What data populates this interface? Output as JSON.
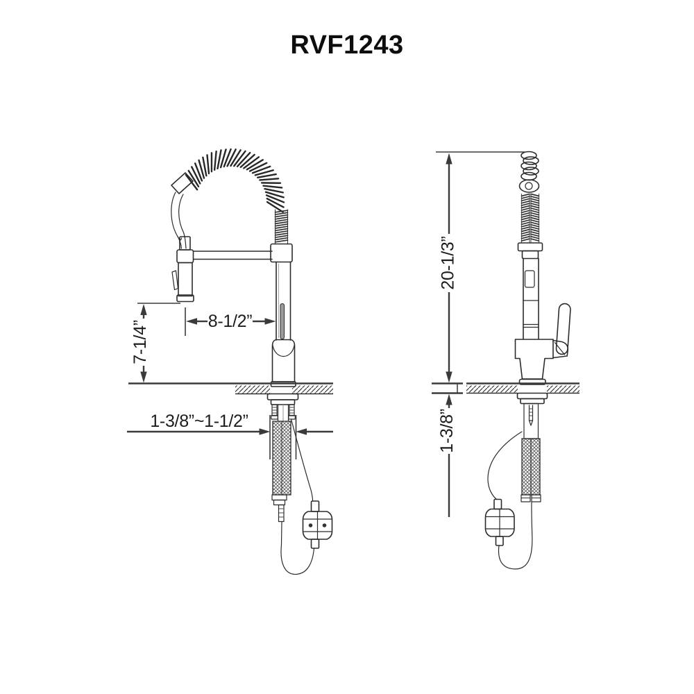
{
  "title": "RVF1243",
  "dimensions": {
    "spout_reach": "8-1/2”",
    "spout_height": "7-1/4”",
    "mounting_hole": "1-3/8”~1-1/2”",
    "overall_height": "20-1/3”",
    "deck_thickness": "1-3/8”"
  }
}
